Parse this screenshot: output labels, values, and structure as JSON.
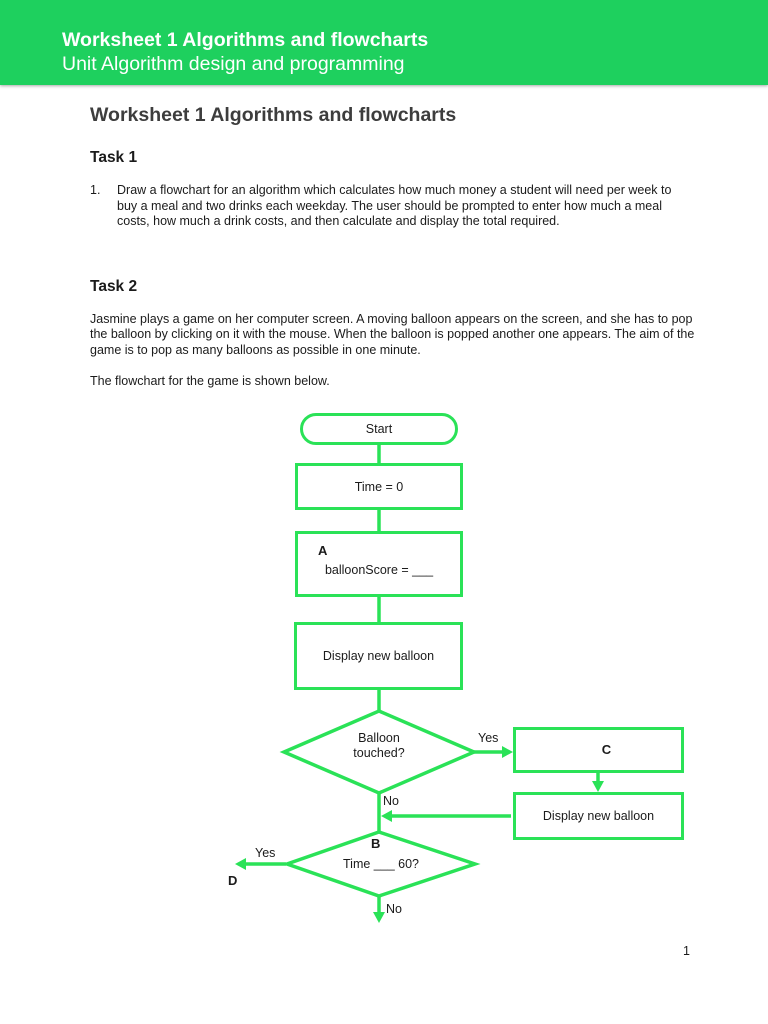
{
  "colors": {
    "header_green": "#1ed05e",
    "flowchart_green": "#2ae257",
    "text": "#1b1b1b",
    "doc_heading": "#3d3d3d"
  },
  "banner": {
    "title": "Worksheet 1 Algorithms and flowcharts",
    "subtitle": "Unit Algorithm design and programming"
  },
  "document": {
    "heading": "Worksheet 1 Algorithms and flowcharts",
    "task1": {
      "heading": "Task 1",
      "item_number": "1.",
      "item_text": "Draw a flowchart for an algorithm which calculates how much money a student will need per week to buy a meal and two drinks each weekday. The user should be prompted to enter how much a meal costs, how much a drink costs, and then calculate and display the total required."
    },
    "task2": {
      "heading": "Task 2",
      "paragraph": "Jasmine plays a game on her computer screen. A moving balloon appears on the screen, and she has to pop the balloon by clicking on it with the mouse. When the balloon is popped another one appears. The aim of the game is to pop as many balloons as possible in one minute.",
      "caption": "The flowchart for the game is shown below."
    },
    "page_number": "1"
  },
  "flowchart": {
    "start": "Start",
    "time_box": "Time = 0",
    "label_a": "A",
    "balloon_score_box": "balloonScore = ___",
    "display_box_1": "Display new balloon",
    "decision1_line1": "Balloon",
    "decision1_line2": "touched?",
    "yes_1": "Yes",
    "no_1": "No",
    "label_c": "C",
    "display_box_2": "Display new balloon",
    "label_b": "B",
    "decision2": "Time ___ 60?",
    "yes_2": "Yes",
    "label_d": "D",
    "no_2": "No"
  }
}
